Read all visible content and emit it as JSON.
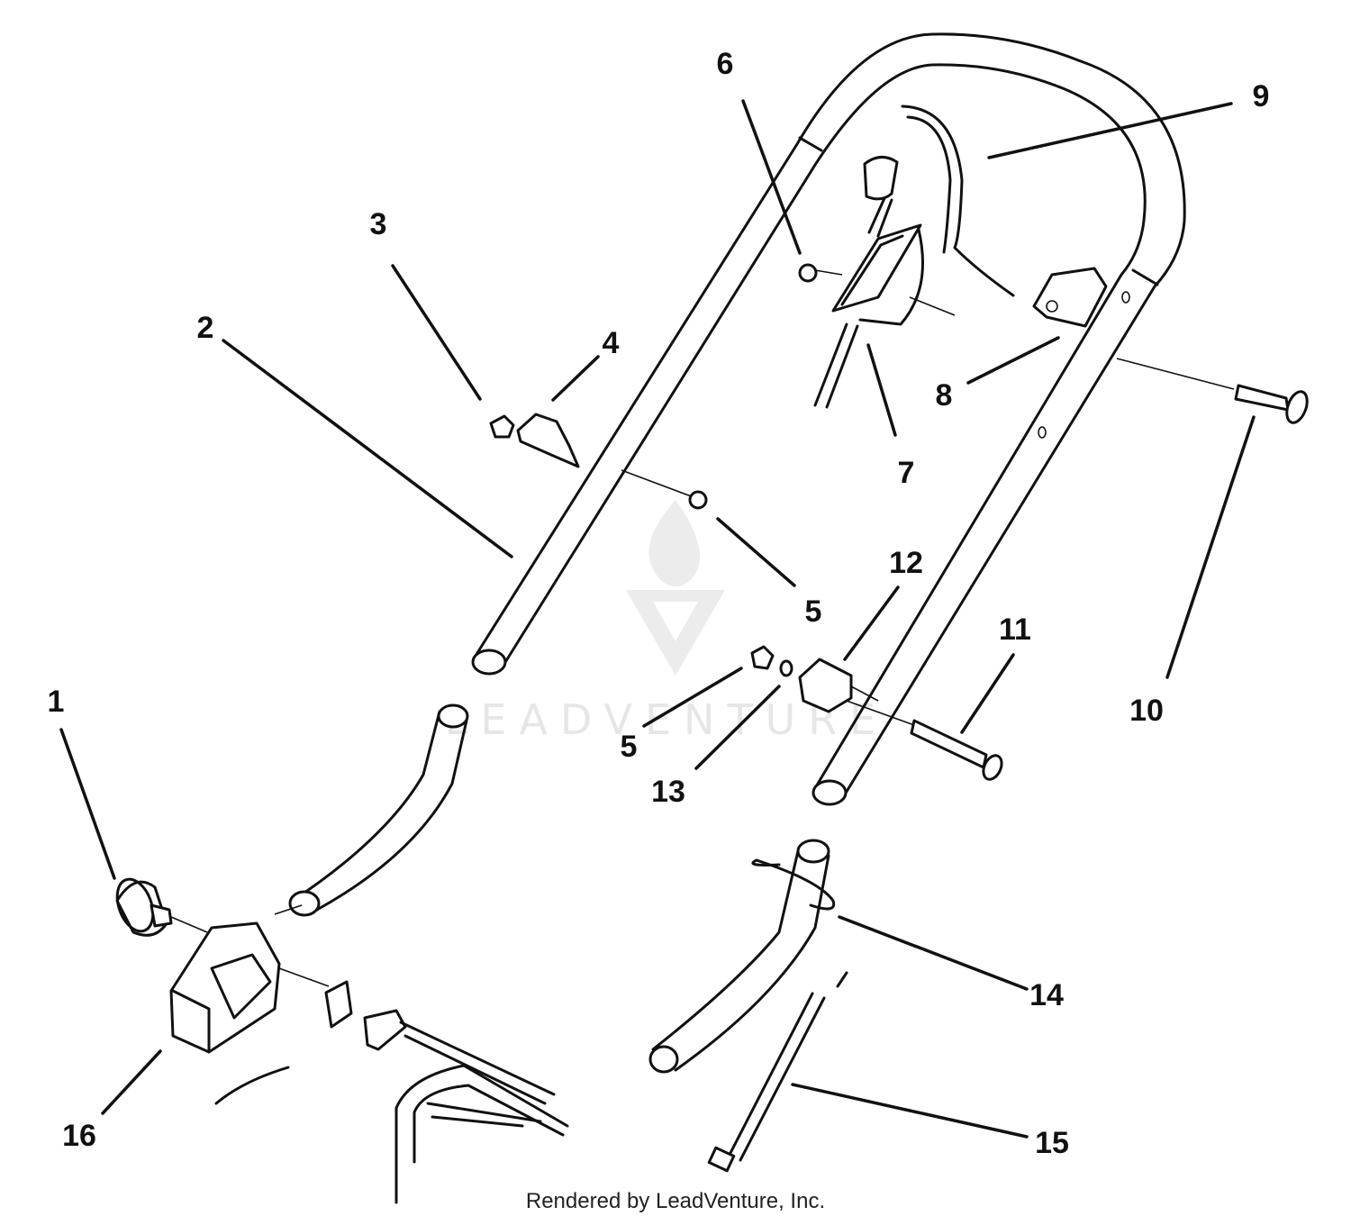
{
  "callouts": [
    {
      "id": "1",
      "label": "1"
    },
    {
      "id": "2",
      "label": "2"
    },
    {
      "id": "3",
      "label": "3"
    },
    {
      "id": "4",
      "label": "4"
    },
    {
      "id": "5a",
      "label": "5"
    },
    {
      "id": "5b",
      "label": "5"
    },
    {
      "id": "6",
      "label": "6"
    },
    {
      "id": "7",
      "label": "7"
    },
    {
      "id": "8",
      "label": "8"
    },
    {
      "id": "9",
      "label": "9"
    },
    {
      "id": "10",
      "label": "10"
    },
    {
      "id": "11",
      "label": "11"
    },
    {
      "id": "12",
      "label": "12"
    },
    {
      "id": "13",
      "label": "13"
    },
    {
      "id": "14",
      "label": "14"
    },
    {
      "id": "15",
      "label": "15"
    },
    {
      "id": "16",
      "label": "16"
    }
  ],
  "watermark": "LEADVENTURE",
  "footer": "Rendered by LeadVenture, Inc."
}
